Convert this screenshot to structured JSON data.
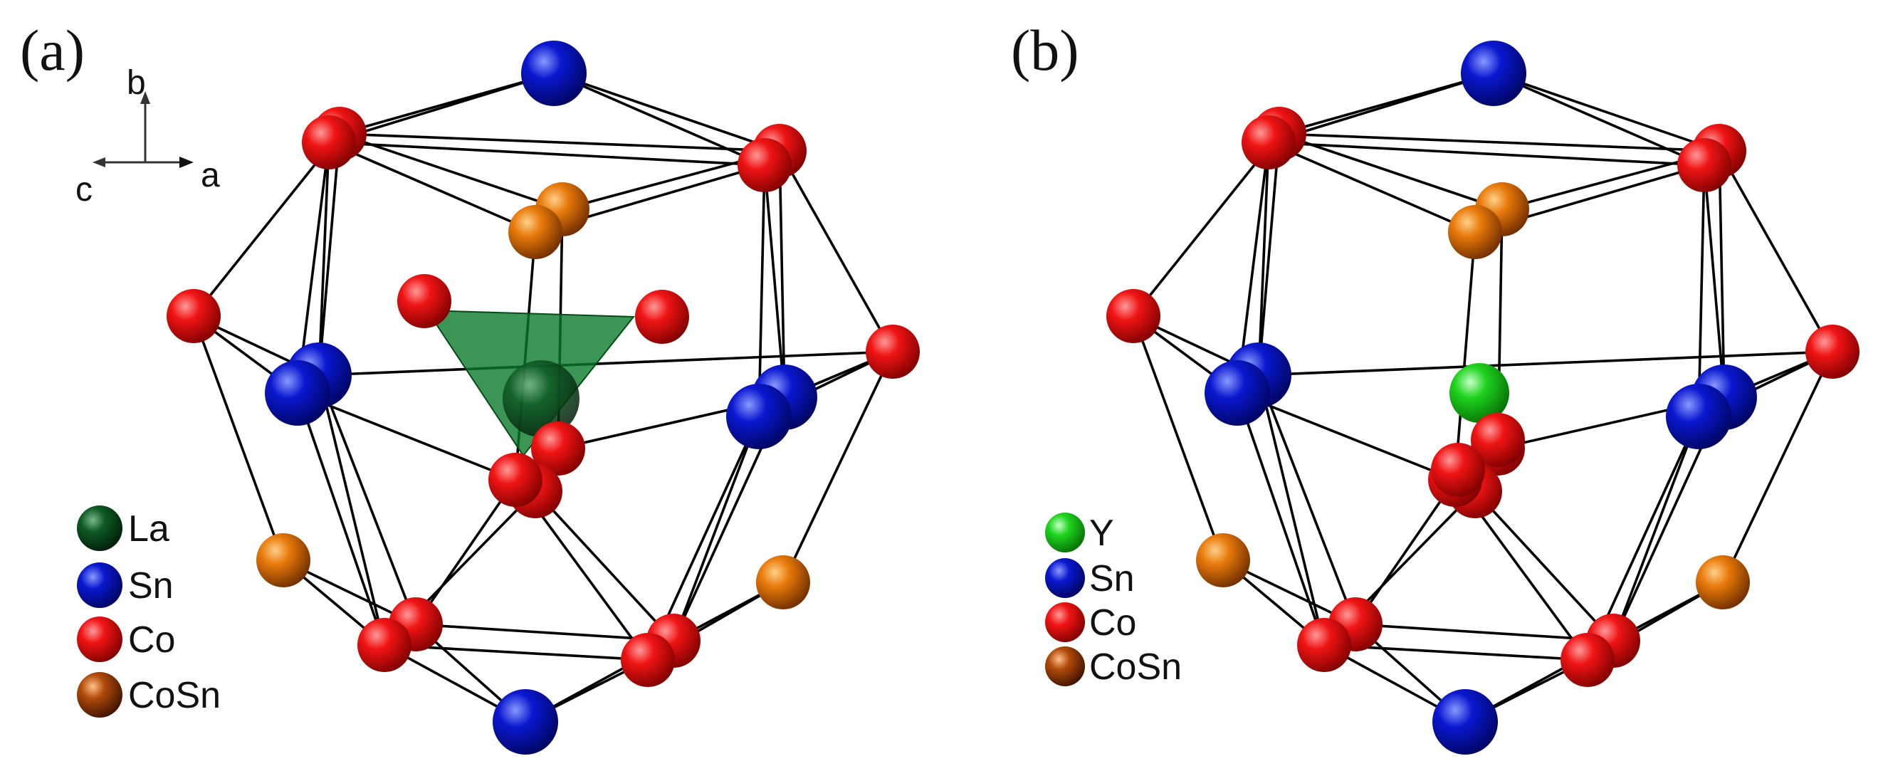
{
  "panels": [
    {
      "label": "(a)",
      "axes": {
        "b": "b",
        "c": "c",
        "a": "a"
      },
      "legend": [
        {
          "label": "La",
          "color": "#0a4a1c"
        },
        {
          "label": "Sn",
          "color": "#0a14c8"
        },
        {
          "label": "Co",
          "color": "#e00a0a"
        },
        {
          "label": "CoSn",
          "color": "#a03a08"
        }
      ],
      "center_atom": {
        "element": "La",
        "color": "#0a4a1c"
      },
      "polyhedron_color": "#0a7a2a"
    },
    {
      "label": "(b)",
      "legend": [
        {
          "label": "Y",
          "color": "#18c418"
        },
        {
          "label": "Sn",
          "color": "#0a14c8"
        },
        {
          "label": "Co",
          "color": "#e00a0a"
        },
        {
          "label": "CoSn",
          "color": "#a03a08"
        }
      ],
      "center_atom": {
        "element": "Y",
        "color": "#18c418"
      }
    }
  ],
  "atom_colors": {
    "Sn": "#0a14c8",
    "Co": "#e00a0a",
    "CoSn": "#e07a0a"
  }
}
